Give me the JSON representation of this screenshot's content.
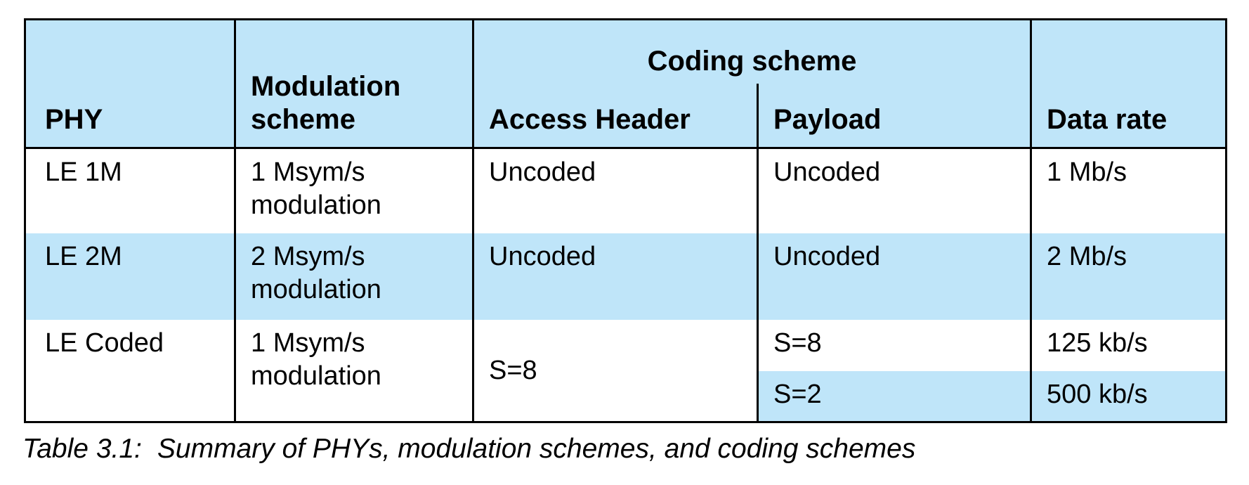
{
  "table": {
    "header": {
      "phy": "PHY",
      "modulation_scheme": "Modulation scheme",
      "coding_scheme": "Coding scheme",
      "access_header": "Access Header",
      "payload": "Payload",
      "data_rate": "Data rate"
    },
    "rows": [
      {
        "phy": "LE 1M",
        "modulation": "1 Msym/s modulation",
        "access_header": "Uncoded",
        "payload": "Uncoded",
        "data_rate": "1 Mb/s"
      },
      {
        "phy": "LE 2M",
        "modulation": "2 Msym/s modulation",
        "access_header": "Uncoded",
        "payload": "Uncoded",
        "data_rate": "2 Mb/s"
      },
      {
        "phy": "LE Coded",
        "modulation": "1 Msym/s modulation",
        "access_header": "S=8",
        "sub_rows": [
          {
            "payload": "S=8",
            "data_rate": "125 kb/s"
          },
          {
            "payload": "S=2",
            "data_rate": "500 kb/s"
          }
        ]
      }
    ],
    "caption": {
      "label": "Table 3.1:",
      "text": "Summary of PHYs, modulation schemes, and coding schemes"
    }
  },
  "colors": {
    "header_fill": "#BFE5F9",
    "alt_row_fill": "#BFE5F9",
    "border": "#000000",
    "text": "#000000",
    "background": "#FFFFFF"
  }
}
